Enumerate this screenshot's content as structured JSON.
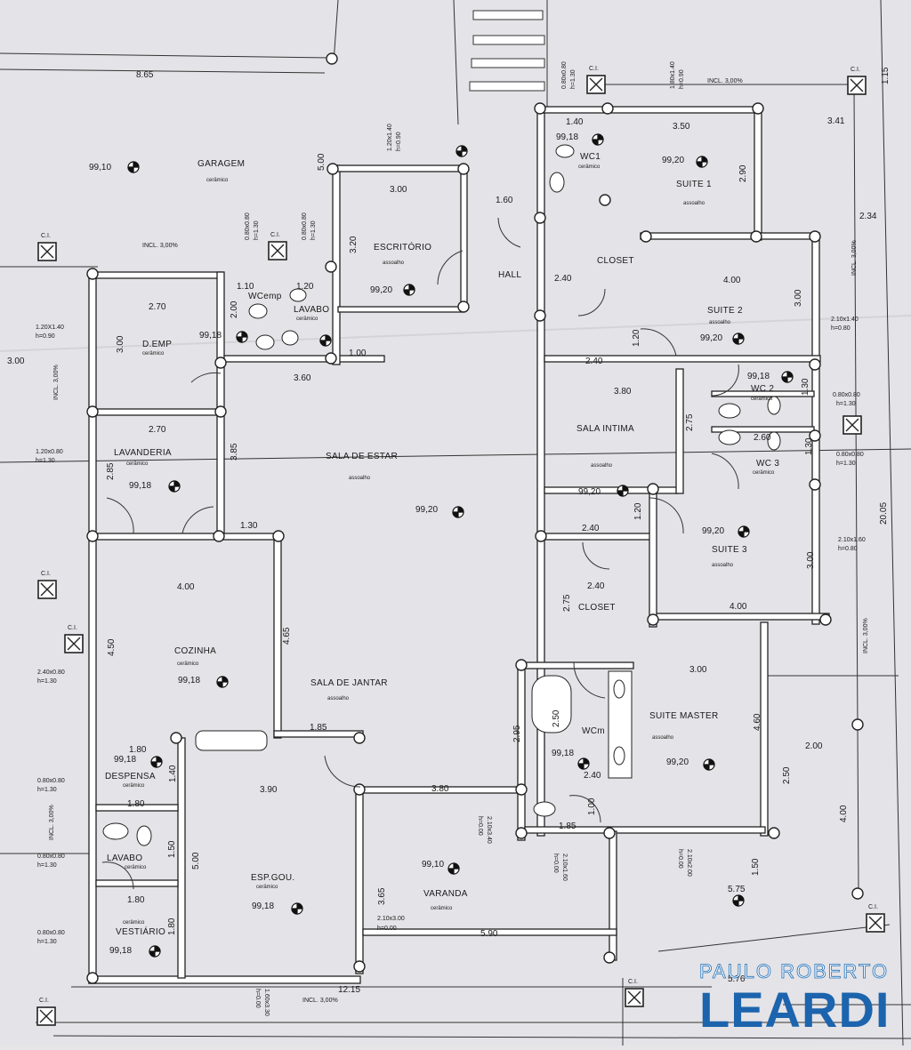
{
  "rooms": {
    "garagem": {
      "name": "GARAGEM",
      "finish": "cerâmico",
      "level": "99,10"
    },
    "escritorio": {
      "name": "ESCRITÓRIO",
      "finish": "assoalho",
      "level": "99,20"
    },
    "hall": {
      "name": "HALL"
    },
    "wc1": {
      "name": "WC1",
      "finish": "cerâmico",
      "level": "99,18"
    },
    "suite1": {
      "name": "SUITE 1",
      "finish": "assoalho",
      "level": "99,20"
    },
    "closet_top": {
      "name": "CLOSET"
    },
    "suite2": {
      "name": "SUITE 2",
      "finish": "assoalho",
      "level": "99,20"
    },
    "wcemp": {
      "name": "WCemp",
      "level": "99,18"
    },
    "lavabo_top": {
      "name": "LAVABO",
      "finish": "cerâmico"
    },
    "demp": {
      "name": "D.EMP",
      "finish": "cerâmico"
    },
    "lavanderia": {
      "name": "LAVANDERIA",
      "finish": "cerâmico",
      "level": "99,18"
    },
    "sala_estar": {
      "name": "SALA DE ESTAR",
      "finish": "assoalho",
      "level": "99,20"
    },
    "sala_intima": {
      "name": "SALA INTIMA",
      "finish": "assoalho",
      "level": "99,20"
    },
    "wc2": {
      "name": "WC 2",
      "finish": "cerâmico",
      "level": "99,18"
    },
    "wc3": {
      "name": "WC 3",
      "finish": "cerâmico"
    },
    "suite3": {
      "name": "SUITE 3",
      "finish": "assoalho",
      "level": "99,20"
    },
    "closet_mid": {
      "name": "CLOSET"
    },
    "cozinha": {
      "name": "COZINHA",
      "finish": "cerâmico",
      "level": "99,18"
    },
    "sala_jantar": {
      "name": "SALA DE JANTAR",
      "finish": "assoalho"
    },
    "wcm": {
      "name": "WCm",
      "level": "99,18"
    },
    "suite_master": {
      "name": "SUITE MASTER",
      "finish": "assoalho",
      "level": "99,20"
    },
    "despensa": {
      "name": "DESPENSA",
      "finish": "cerâmico",
      "level": "99,18"
    },
    "lavabo_bottom": {
      "name": "LAVABO",
      "finish": "cerâmico"
    },
    "vestiario": {
      "name": "VESTIÁRIO",
      "finish": "cerâmico",
      "level": "99,18"
    },
    "esp_gou": {
      "name": "ESP.GOU.",
      "finish": "cerâmico",
      "level": "99,18"
    },
    "varanda": {
      "name": "VARANDA",
      "finish": "cerâmico",
      "level": "99,10"
    }
  },
  "dimensions": {
    "d_865": "8.65",
    "d_500_garage": "5.00",
    "d_300_escr": "3.00",
    "d_320": "3.20",
    "d_160": "1.60",
    "d_140_wc1": "1.40",
    "d_350": "3.50",
    "d_341": "3.41",
    "d_290": "2.90",
    "d_115": "1.15",
    "d_234": "2.34",
    "d_240_closet": "2.40",
    "d_400_s2": "4.00",
    "d_300_s2": "3.00",
    "d_110": "1.10",
    "d_120_lav": "1.20",
    "d_200_wcemp": "2.00",
    "d_270_top": "2.70",
    "d_300_demp": "3.00",
    "d_300_left": "3.00",
    "d_100": "1.00",
    "d_360": "3.60",
    "d_240_si": "2.40",
    "d_120_si": "1.20",
    "d_380": "3.80",
    "d_130_wc2": "1.30",
    "d_260": "2.60",
    "d_130_wc3": "1.30",
    "d_270_lav": "2.70",
    "d_285": "2.85",
    "d_385": "3.85",
    "d_275_right": "2.75",
    "d_2005": "20.05",
    "d_130_mid": "1.30",
    "d_240_s3": "2.40",
    "d_120_s3": "1.20",
    "d_300_s3": "3.00",
    "d_240_closet2": "2.40",
    "d_400_s3": "4.00",
    "d_275_closet": "2.75",
    "d_400_coz": "4.00",
    "d_450": "4.50",
    "d_465": "4.65",
    "d_300_master": "3.00",
    "d_460": "4.60",
    "d_250_wcm": "2.50",
    "d_295": "2.95",
    "d_240_wcm": "2.40",
    "d_100_wcm": "1.00",
    "d_185_wcm": "1.85",
    "d_200_right": "2.00",
    "d_250_right": "2.50",
    "d_400_right": "4.00",
    "d_150_right": "1.50",
    "d_575": "5.75",
    "d_185_jantar": "1.85",
    "d_390": "3.90",
    "d_380_var": "3.80",
    "d_140_desp": "1.40",
    "d_180_a": "1.80",
    "d_150_lav": "1.50",
    "d_500_esp": "5.00",
    "d_180_b": "1.80",
    "d_180_c": "1.80",
    "d_365": "3.65",
    "d_590": "5.90",
    "d_1215": "12.15",
    "d_576": "5.76"
  },
  "openings": {
    "o_garage_wc": "0.80x0.80",
    "o_garage_wc_h": "h=1.30",
    "o_garage_wc2": "0.80x0.80",
    "o_garage_wc2_h": "h=1.30",
    "o_escr": "1.20x1.40",
    "o_escr_h": "h=0.90",
    "o_wc1": "0.80x0.80",
    "o_wc1_h": "h=1.30",
    "o_s1": "1.80x1.40",
    "o_s1_h": "h=0.90",
    "o_demp": "1.20X1.40",
    "o_demp_h": "h=0.90",
    "o_s2": "2.10x1.40",
    "o_s2_h": "h=0.80",
    "o_wc2": "0.80x0.80",
    "o_wc2_h": "h=1.30",
    "o_lav": "1.20x0.80",
    "o_lav_h": "h=1.30",
    "o_wc3": "0.80x0.80",
    "o_wc3_h": "h=1.30",
    "o_s3": "2.10x1.60",
    "o_s3_h": "h=0.80",
    "o_coz": "2.40x0.80",
    "o_coz_h": "h=1.30",
    "o_desp": "0.80x0.80",
    "o_desp_h": "h=1.30",
    "o_lavb": "0.80x0.80",
    "o_lavb_h": "h=1.30",
    "o_vest": "0.80x0.80",
    "o_vest_h": "h=1.30",
    "o_var1": "2.10x3.40",
    "o_var1_h": "h=0.00",
    "o_var2": "2.10x1.60",
    "o_var2_h": "h=0.00",
    "o_var3": "2.10x2.00",
    "o_var3_h": "h=0.00",
    "o_var4": "2.10x3.00",
    "o_var4_h": "h=0.00",
    "o_bottom": "1.60x3.30",
    "o_bottom_h": "h=0.00"
  },
  "drain_label": "C.I.",
  "slope_label": "INCL. 3,00%",
  "watermark": {
    "line1": "PAULO ROBERTO",
    "line2": "LEARDI"
  }
}
